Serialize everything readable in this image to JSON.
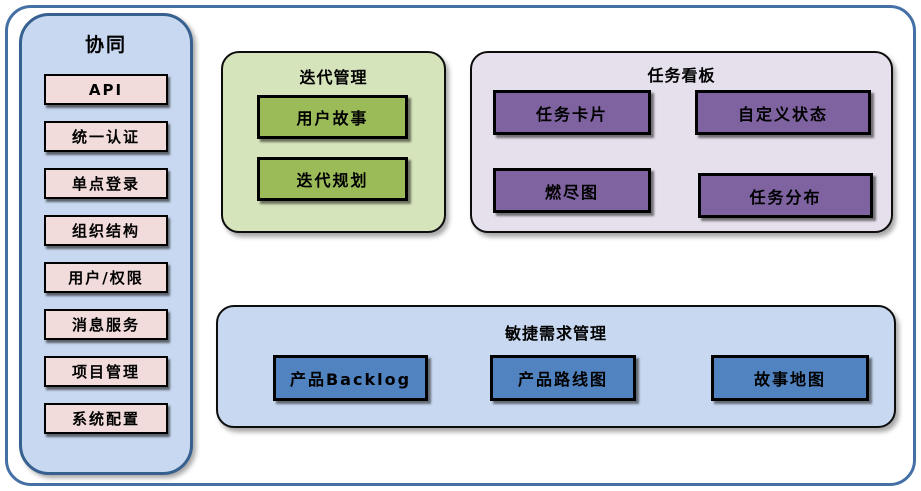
{
  "colors": {
    "outer_border": "#4470a6",
    "collab_panel_bg": "#c8d8f0",
    "collab_panel_border": "#36608f",
    "collab_item_bg": "#f2dcdb",
    "iteration_panel_bg": "#d6e4bc",
    "iteration_item_bg": "#9bbb59",
    "kanban_panel_bg": "#e6e0ec",
    "kanban_item_bg": "#7f63a1",
    "requirements_panel_bg": "#c8d8f0",
    "requirements_item_bg": "#5083c0",
    "item_border": "#000000",
    "text": "#000000"
  },
  "sidebar": {
    "title": "协同",
    "items": [
      "API",
      "统一认证",
      "单点登录",
      "组织结构",
      "用户/权限",
      "消息服务",
      "项目管理",
      "系统配置"
    ]
  },
  "iteration": {
    "title": "迭代管理",
    "items": [
      "用户故事",
      "迭代规划"
    ]
  },
  "kanban": {
    "title": "任务看板",
    "items": [
      "任务卡片",
      "自定义状态",
      "燃尽图",
      "任务分布"
    ]
  },
  "requirements": {
    "title": "敏捷需求管理",
    "items": [
      "产品Backlog",
      "产品路线图",
      "故事地图"
    ]
  }
}
